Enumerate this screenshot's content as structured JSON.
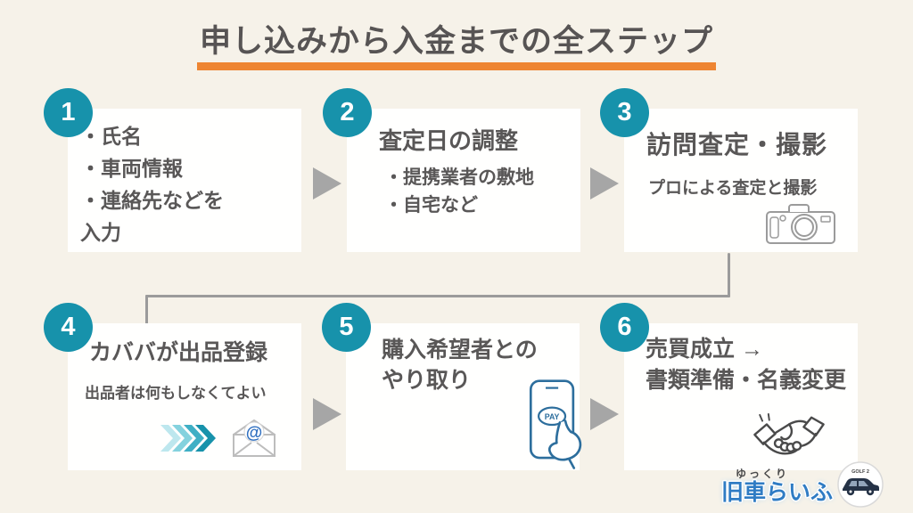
{
  "title": {
    "text": "申し込みから入金までの全ステップ"
  },
  "colors": {
    "background": "#f6f2e9",
    "card": "#ffffff",
    "accent_teal": "#1792ab",
    "accent_orange": "#ee8532",
    "text": "#595757",
    "arrow_gray": "#a6a6a6",
    "connector_gray": "#9b9b9b",
    "phone_blue": "#2d6e9d",
    "logo_blue": "#2f7cc4"
  },
  "steps": [
    {
      "number": "1",
      "lines": [
        "・氏名",
        "・車両情報",
        "・連絡先などを",
        "入力"
      ]
    },
    {
      "number": "2",
      "heading": "査定日の調整",
      "bullets": [
        "・提携業者の敷地",
        "・自宅など"
      ]
    },
    {
      "number": "3",
      "heading": "訪問査定・撮影",
      "subtext": "プロによる査定と撮影",
      "icon": "camera-icon"
    },
    {
      "number": "4",
      "heading": "カババが出品登録",
      "subtext": "出品者は何もしなくてよい",
      "at_symbol": "@",
      "icons": [
        "fast-forward-chevrons-icon",
        "email-at-icon"
      ]
    },
    {
      "number": "5",
      "heading_line1": "購入希望者との",
      "heading_line2": "やり取り",
      "pay_label": "PAY",
      "icon": "smartphone-pay-icon"
    },
    {
      "number": "6",
      "heading_line1": "売買成立 →",
      "heading_line2": "書類準備・名義変更",
      "icon": "handshake-icon"
    }
  ],
  "logo": {
    "reading": "ゆっくり",
    "name": "旧車らいふ",
    "badge_text": "GOLF 2"
  }
}
